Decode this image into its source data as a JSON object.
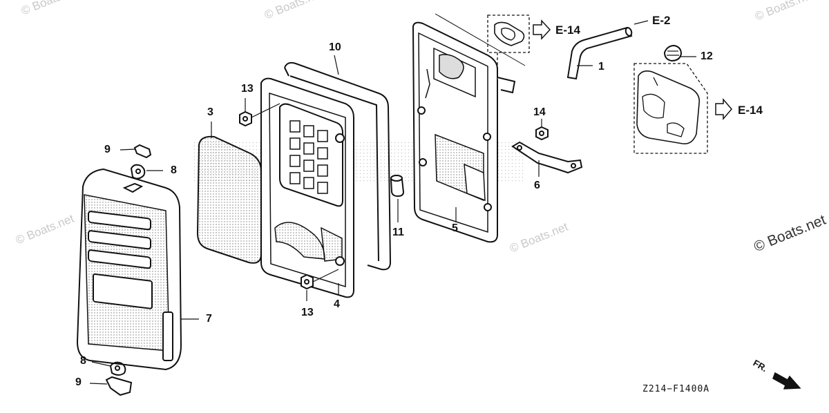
{
  "parts": {
    "p1": "1",
    "p3": "3",
    "p4": "4",
    "p5": "5",
    "p6": "6",
    "p7": "7",
    "p8a": "8",
    "p8b": "8",
    "p9a": "9",
    "p9b": "9",
    "p10": "10",
    "p11": "11",
    "p12": "12",
    "p13a": "13",
    "p13b": "13",
    "p14": "14"
  },
  "references": {
    "e14a": "E-14",
    "e2": "E-2",
    "e14b": "E-14"
  },
  "diagram_code": "Z214−F1400A",
  "direction_label": "FR.",
  "watermark": "© Boats.net"
}
